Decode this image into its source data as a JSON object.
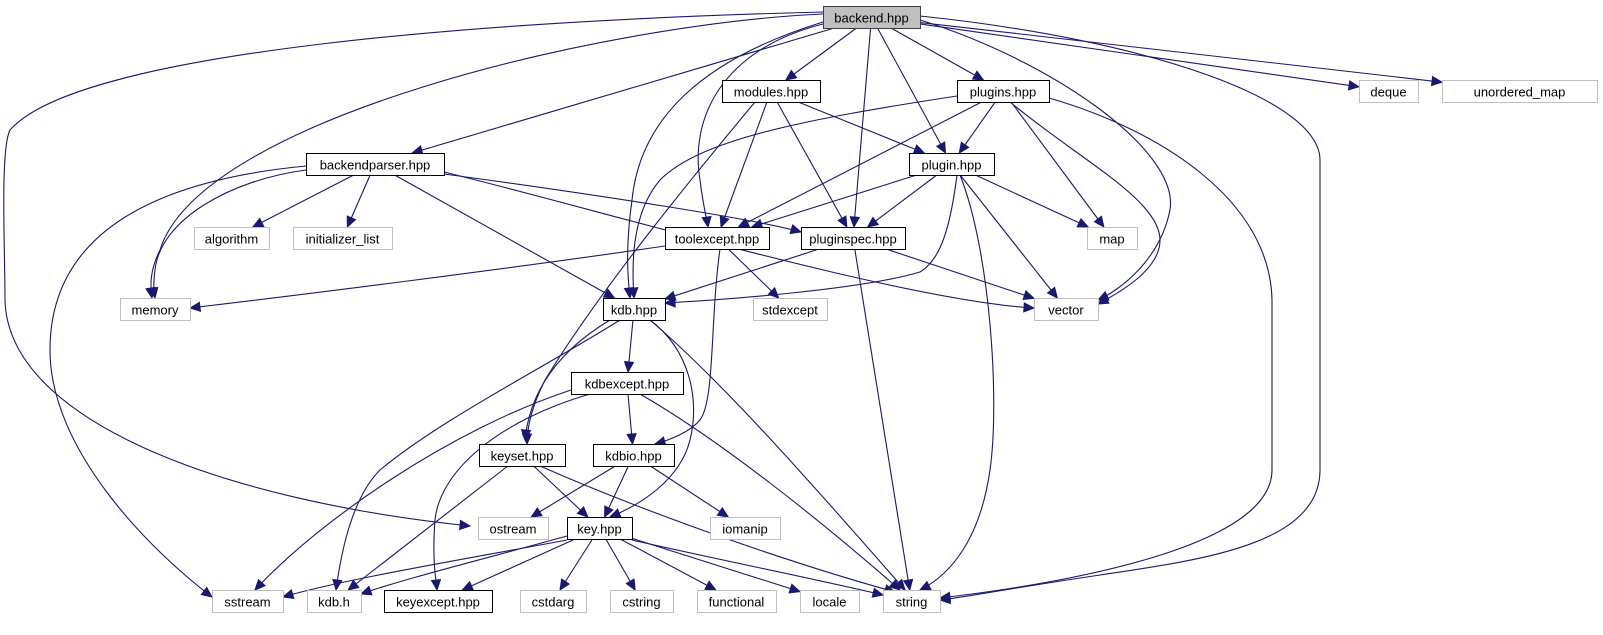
{
  "diagram": {
    "title": "backend.hpp include dependency graph",
    "colors": {
      "edge": "#191970",
      "root_fill": "#bfbfbf",
      "documented_border": "#000000",
      "external_border": "#bfbfbf"
    },
    "nodes": [
      {
        "id": "backend",
        "label": "backend.hpp",
        "kind": "root"
      },
      {
        "id": "modules",
        "label": "modules.hpp",
        "kind": "doc"
      },
      {
        "id": "plugins",
        "label": "plugins.hpp",
        "kind": "doc"
      },
      {
        "id": "deque",
        "label": "deque",
        "kind": "ext"
      },
      {
        "id": "unordered_map",
        "label": "unordered_map",
        "kind": "ext"
      },
      {
        "id": "backendparser",
        "label": "backendparser.hpp",
        "kind": "doc"
      },
      {
        "id": "plugin",
        "label": "plugin.hpp",
        "kind": "doc"
      },
      {
        "id": "algorithm",
        "label": "algorithm",
        "kind": "ext"
      },
      {
        "id": "initializer_list",
        "label": "initializer_list",
        "kind": "ext"
      },
      {
        "id": "toolexcept",
        "label": "toolexcept.hpp",
        "kind": "doc"
      },
      {
        "id": "pluginspec",
        "label": "pluginspec.hpp",
        "kind": "doc"
      },
      {
        "id": "map",
        "label": "map",
        "kind": "ext"
      },
      {
        "id": "memory",
        "label": "memory",
        "kind": "ext"
      },
      {
        "id": "kdb",
        "label": "kdb.hpp",
        "kind": "doc"
      },
      {
        "id": "stdexcept",
        "label": "stdexcept",
        "kind": "ext"
      },
      {
        "id": "vector",
        "label": "vector",
        "kind": "ext"
      },
      {
        "id": "kdbexcept",
        "label": "kdbexcept.hpp",
        "kind": "doc"
      },
      {
        "id": "keyset",
        "label": "keyset.hpp",
        "kind": "doc"
      },
      {
        "id": "kdbio",
        "label": "kdbio.hpp",
        "kind": "doc"
      },
      {
        "id": "ostream",
        "label": "ostream",
        "kind": "ext"
      },
      {
        "id": "key",
        "label": "key.hpp",
        "kind": "doc"
      },
      {
        "id": "iomanip",
        "label": "iomanip",
        "kind": "ext"
      },
      {
        "id": "sstream",
        "label": "sstream",
        "kind": "ext"
      },
      {
        "id": "kdbh",
        "label": "kdb.h",
        "kind": "ext"
      },
      {
        "id": "keyexcept",
        "label": "keyexcept.hpp",
        "kind": "doc"
      },
      {
        "id": "cstdarg",
        "label": "cstdarg",
        "kind": "ext"
      },
      {
        "id": "cstring",
        "label": "cstring",
        "kind": "ext"
      },
      {
        "id": "functional",
        "label": "functional",
        "kind": "ext"
      },
      {
        "id": "locale",
        "label": "locale",
        "kind": "ext"
      },
      {
        "id": "string",
        "label": "string",
        "kind": "ext"
      }
    ],
    "edges": [
      [
        "backend",
        "modules"
      ],
      [
        "backend",
        "plugins"
      ],
      [
        "backend",
        "deque"
      ],
      [
        "backend",
        "unordered_map"
      ],
      [
        "backend",
        "backendparser"
      ],
      [
        "backend",
        "plugin"
      ],
      [
        "backend",
        "toolexcept"
      ],
      [
        "backend",
        "pluginspec"
      ],
      [
        "backend",
        "memory"
      ],
      [
        "backend",
        "kdb"
      ],
      [
        "backend",
        "vector"
      ],
      [
        "backend",
        "ostream"
      ],
      [
        "backend",
        "string"
      ],
      [
        "modules",
        "plugin"
      ],
      [
        "modules",
        "toolexcept"
      ],
      [
        "modules",
        "pluginspec"
      ],
      [
        "modules",
        "keyset"
      ],
      [
        "plugins",
        "plugin"
      ],
      [
        "plugins",
        "toolexcept"
      ],
      [
        "plugins",
        "kdb"
      ],
      [
        "plugins",
        "map"
      ],
      [
        "plugins",
        "vector"
      ],
      [
        "plugins",
        "string"
      ],
      [
        "backendparser",
        "algorithm"
      ],
      [
        "backendparser",
        "initializer_list"
      ],
      [
        "backendparser",
        "memory"
      ],
      [
        "backendparser",
        "pluginspec"
      ],
      [
        "backendparser",
        "kdb"
      ],
      [
        "backendparser",
        "vector"
      ],
      [
        "backendparser",
        "sstream"
      ],
      [
        "plugin",
        "toolexcept"
      ],
      [
        "plugin",
        "pluginspec"
      ],
      [
        "plugin",
        "map"
      ],
      [
        "plugin",
        "vector"
      ],
      [
        "plugin",
        "kdb"
      ],
      [
        "plugin",
        "string"
      ],
      [
        "toolexcept",
        "memory"
      ],
      [
        "toolexcept",
        "stdexcept"
      ],
      [
        "toolexcept",
        "kdbio"
      ],
      [
        "pluginspec",
        "kdb"
      ],
      [
        "pluginspec",
        "vector"
      ],
      [
        "pluginspec",
        "string"
      ],
      [
        "kdb",
        "kdbexcept"
      ],
      [
        "kdb",
        "keyset"
      ],
      [
        "kdb",
        "key"
      ],
      [
        "kdb",
        "kdbh"
      ],
      [
        "kdb",
        "string"
      ],
      [
        "kdbexcept",
        "kdbio"
      ],
      [
        "kdbexcept",
        "keyexcept"
      ],
      [
        "kdbexcept",
        "sstream"
      ],
      [
        "kdbexcept",
        "string"
      ],
      [
        "keyset",
        "key"
      ],
      [
        "keyset",
        "kdbh"
      ],
      [
        "keyset",
        "string"
      ],
      [
        "kdbio",
        "key"
      ],
      [
        "kdbio",
        "ostream"
      ],
      [
        "kdbio",
        "iomanip"
      ],
      [
        "key",
        "sstream"
      ],
      [
        "key",
        "kdbh"
      ],
      [
        "key",
        "keyexcept"
      ],
      [
        "key",
        "cstdarg"
      ],
      [
        "key",
        "cstring"
      ],
      [
        "key",
        "functional"
      ],
      [
        "key",
        "locale"
      ],
      [
        "key",
        "string"
      ]
    ]
  }
}
